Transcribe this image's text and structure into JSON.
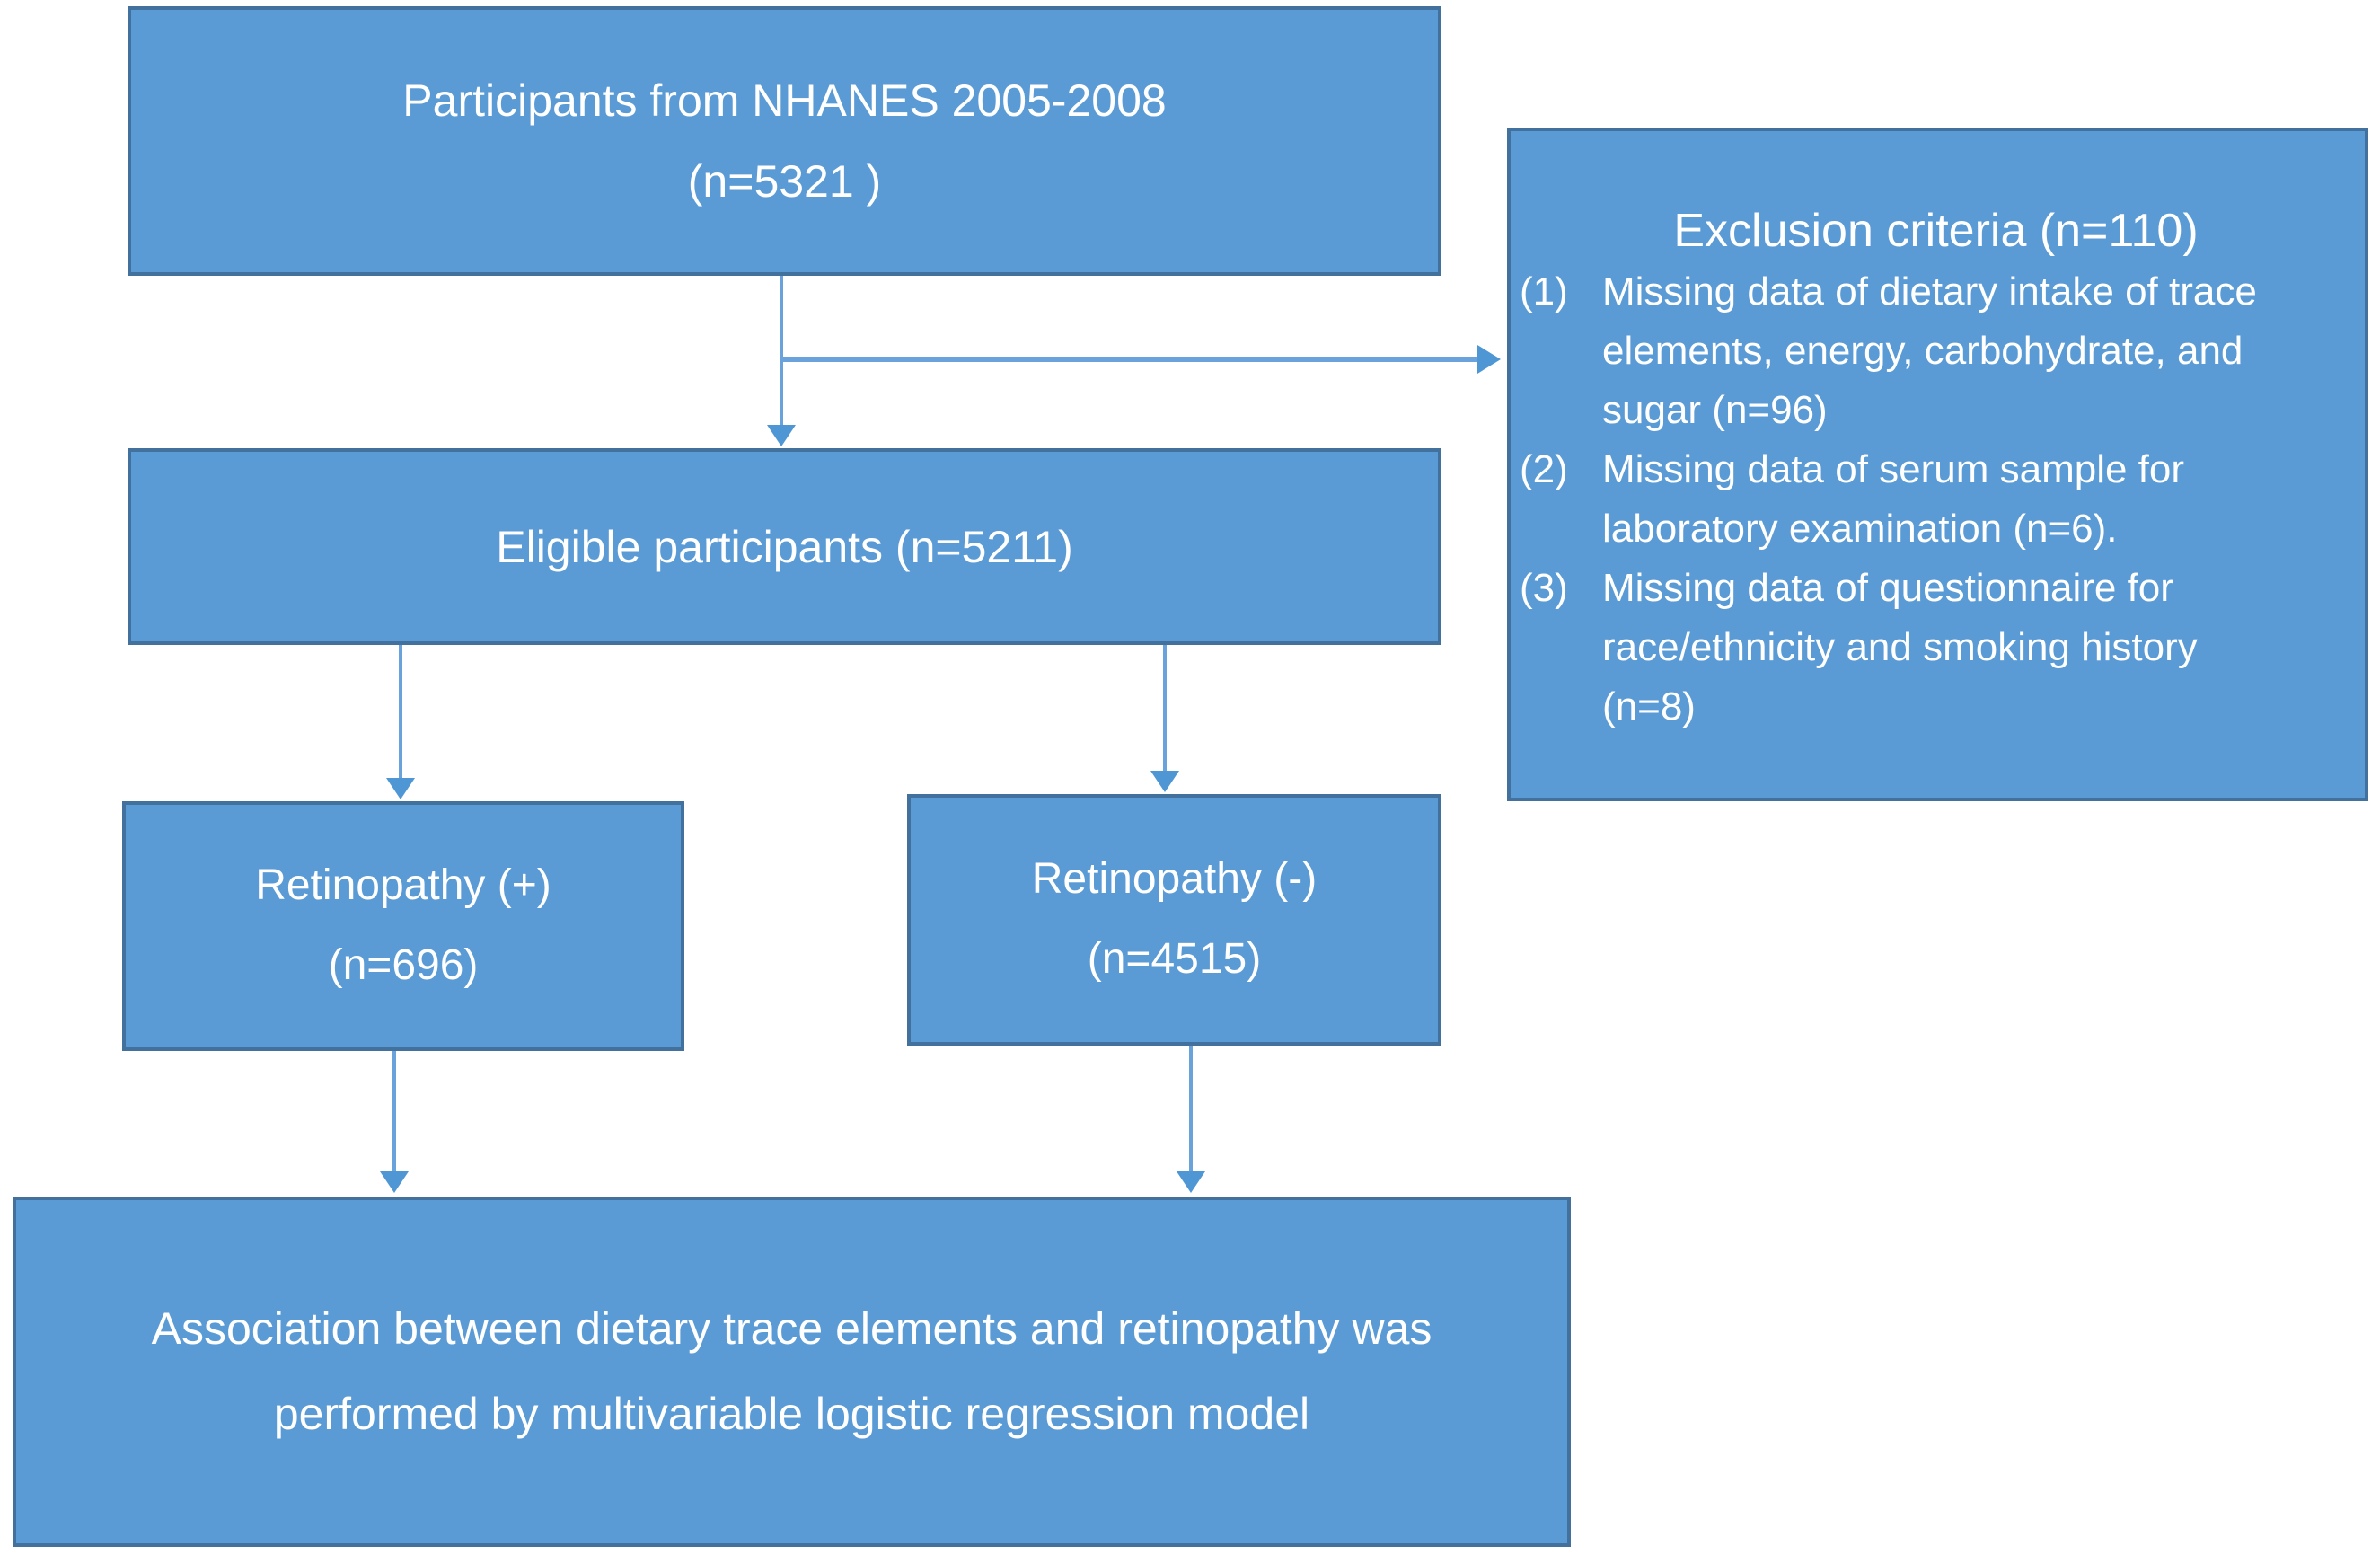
{
  "figure": {
    "type": "study-flowchart",
    "colors": {
      "box_fill": "#5b9bd5",
      "box_border": "#41719c",
      "arrow_line": "#6aa2dc",
      "arrow_head": "#4f96d4",
      "text_color": "#ffffff",
      "bg_color": "#ffffff"
    },
    "boxes": {
      "participants": {
        "lines": [
          "Participants from NHANES 2005-2008",
          "(n=5321 )"
        ]
      },
      "eligible": {
        "lines": [
          "Eligible participants (n=5211)"
        ]
      },
      "exclusion": {
        "title": "Exclusion criteria (n=110)",
        "items": [
          {
            "num": "(1)",
            "lines": [
              "Missing data of dietary intake of trace",
              "elements, energy, carbohydrate, and",
              "sugar (n=96)"
            ]
          },
          {
            "num": "(2)",
            "lines": [
              "Missing data of serum sample for",
              "laboratory examination (n=6)."
            ]
          },
          {
            "num": "(3)",
            "lines": [
              "Missing data of questionnaire for",
              "race/ethnicity and smoking history",
              "(n=8)"
            ]
          }
        ]
      },
      "retinopathy_positive": {
        "lines": [
          "Retinopathy (+)",
          "(n=696)"
        ]
      },
      "retinopathy_negative": {
        "lines": [
          "Retinopathy (-)",
          "(n=4515)"
        ]
      },
      "analysis": {
        "lines": [
          "Association between dietary trace elements and retinopathy was",
          "performed by multivariable logistic regression model"
        ]
      }
    }
  }
}
